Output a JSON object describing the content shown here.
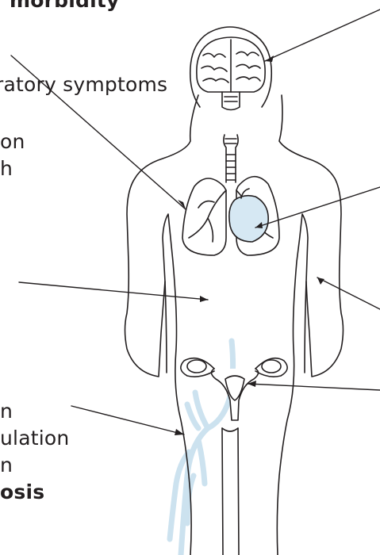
{
  "labels": {
    "morbidity": "morbidity",
    "respiratory": "ratory symptoms",
    "line_on": "on",
    "line_h": "h",
    "line_n": "n",
    "line_ulation": "ulation",
    "line_n2": "n",
    "osis": "osis"
  },
  "colors": {
    "ink": "#231f20",
    "highlight_fill": "#d6e8f3",
    "vein": "#c7dfee",
    "background": "#ffffff"
  }
}
